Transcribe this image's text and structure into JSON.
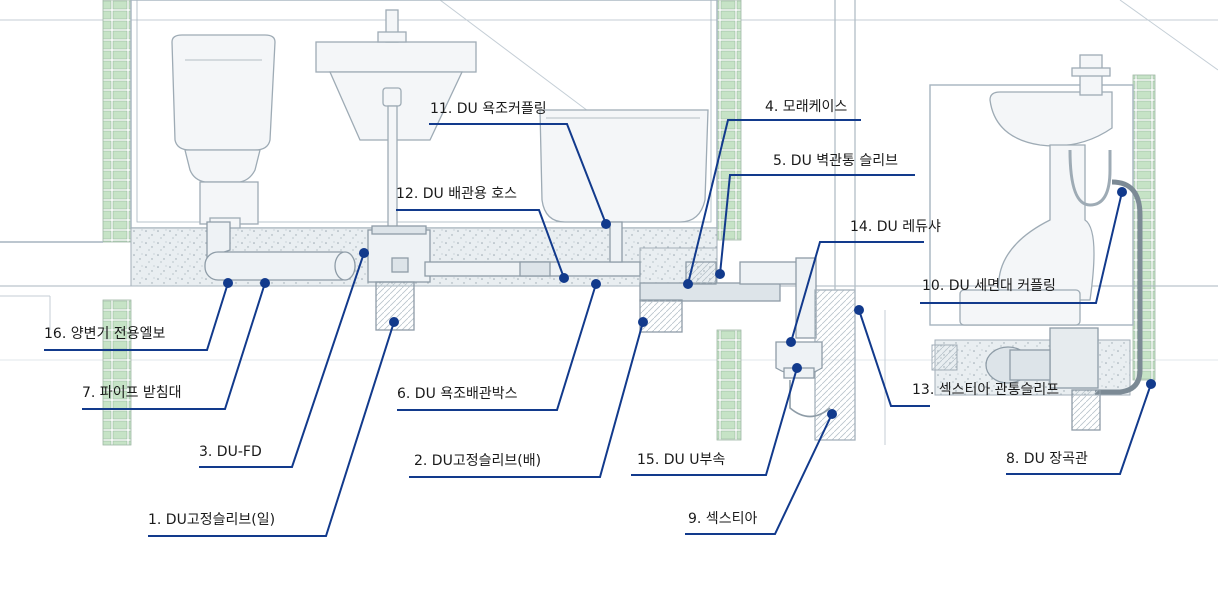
{
  "colors": {
    "leader": "#123a8c",
    "drawing": "#aab8c4",
    "drawing_dark": "#7c8c99",
    "wall_green": "#bfe0c0",
    "floor_fill": "#e7ecef"
  },
  "callouts": [
    {
      "id": "1",
      "label": "1. DU고정슬리브(일)"
    },
    {
      "id": "2",
      "label": "2. DU고정슬리브(배)"
    },
    {
      "id": "3",
      "label": "3. DU-FD"
    },
    {
      "id": "4",
      "label": "4. 모래케이스"
    },
    {
      "id": "5",
      "label": "5. DU 벽관통 슬리브"
    },
    {
      "id": "6",
      "label": "6. DU 욕조배관박스"
    },
    {
      "id": "7",
      "label": "7. 파이프 받침대"
    },
    {
      "id": "8",
      "label": "8. DU 장곡관"
    },
    {
      "id": "9",
      "label": "9. 섹스티아"
    },
    {
      "id": "10",
      "label": "10. DU 세면대 커플링"
    },
    {
      "id": "11",
      "label": "11. DU 욕조커플링"
    },
    {
      "id": "12",
      "label": "12. DU 배관용 호스"
    },
    {
      "id": "13",
      "label": "13. 섹스티아 관통슬리프"
    },
    {
      "id": "14",
      "label": "14. DU 레듀샤"
    },
    {
      "id": "15",
      "label": "15. DU U부속"
    },
    {
      "id": "16",
      "label": "16. 양변기 전용엘보"
    }
  ]
}
